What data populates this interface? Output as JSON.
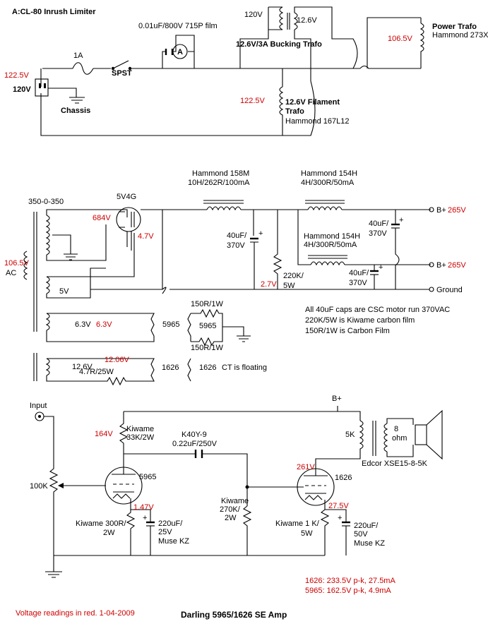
{
  "labels": {
    "inrush_title": "A:CL-80 Inrush Limiter",
    "film_cap": "0.01uF/800V 715P film",
    "ammeter": "A",
    "fuse": "1A",
    "switch": "SPST",
    "mains_v": "120V",
    "mains_reading": "122.5V",
    "chassis": "Chassis",
    "bucking_pri": "120V",
    "bucking_sec": "12.6V",
    "bucking_title": "12.6V/3A Bucking Trafo",
    "power_trafo_title": "Power Trafo",
    "power_trafo_model": "Hammond 273X",
    "power_trafo_reading": "106.5V",
    "fil_trafo_reading": "122.5V",
    "fil_trafo_title1": "12.6V Filament",
    "fil_trafo_title2": "Trafo",
    "fil_trafo_model": "Hammond 167L12",
    "choke1_model": "Hammond 158M",
    "choke1_spec": "10H/262R/100mA",
    "choke2_model": "Hammond 154H",
    "choke2_spec": "4H/300R/50mA",
    "choke3_model": "Hammond 154H",
    "choke3_spec": "4H/300R/50mA",
    "hv_winding": "350-0-350",
    "rectifier": "5V4G",
    "rect_plate_reading": "684V",
    "rect_cathode_reading": "4.7V",
    "ac_reading": "106.5V",
    "ac_label": "AC",
    "fil5v": "5V",
    "cap1_value": "40uF/",
    "cap1_voltage": "370V",
    "bleeder_value": "220K/",
    "bleeder_power": "5W",
    "bleeder_reading": "2.7V",
    "cap2_value": "40uF/",
    "cap2_voltage": "370V",
    "cap3_value": "40uF/",
    "cap3_voltage": "370V",
    "bplus1_label": "B+",
    "bplus1_reading": "265V",
    "bplus2_label": "B+",
    "bplus2_reading": "265V",
    "ground_label": "Ground",
    "note1": "All 40uF caps are CSC motor run 370VAC",
    "note2": "220K/5W is Kiwame carbon film",
    "note3": "150R/1W is Carbon Film",
    "fil63_label": "6.3V",
    "fil63_reading": "6.3V",
    "tube5965_a": "5965",
    "res150_top": "150R/1W",
    "tube5965_b": "5965",
    "res150_bot": "150R/1W",
    "fil126_label": "12.6V",
    "fil126_reading": "12.06V",
    "res47_label": "4.7R/25W",
    "tube1626_a": "1626",
    "tube1626_b": "1626",
    "ct_note": "CT is floating",
    "input_label": "Input",
    "pot_label": "100K",
    "plate_res_reading": "164V",
    "plate_res_brand": "Kiwame",
    "plate_res_value": "33K/2W",
    "coupling_model": "K40Y-9",
    "coupling_value": "0.22uF/250V",
    "tube_driver": "5965",
    "grid_res_brand": "Kiwame",
    "grid_res_value": "270K/",
    "grid_res_power": "2W",
    "cath1_reading": "1.47V",
    "cath1_res1": "Kiwame 300R/",
    "cath1_res2": "2W",
    "cath1_cap1": "220uF/",
    "cath1_cap2": "25V",
    "cath1_cap3": "Muse KZ",
    "out_bplus": "B+",
    "out_primary": "5K",
    "speaker_imp1": "8",
    "speaker_imp2": "ohm",
    "out_trafo_model": "Edcor XSE15-8-5K",
    "out_plate_reading": "261V",
    "tube_output": "1626",
    "cath2_reading": "27.5V",
    "cath2_res1": "Kiwame 1 K/",
    "cath2_res2": "5W",
    "cath2_cap1": "220uF/",
    "cath2_cap2": "50V",
    "cath2_cap3": "Muse KZ",
    "op_point1": "1626:  233.5V p-k, 27.5mA",
    "op_point2": "5965:  162.5V p-k, 4.9mA",
    "footer_note": "Voltage readings in red.   1-04-2009",
    "footer_title": "Darling 5965/1626 SE Amp"
  },
  "colors": {
    "reading": "#cc0000",
    "ink": "#000000"
  }
}
